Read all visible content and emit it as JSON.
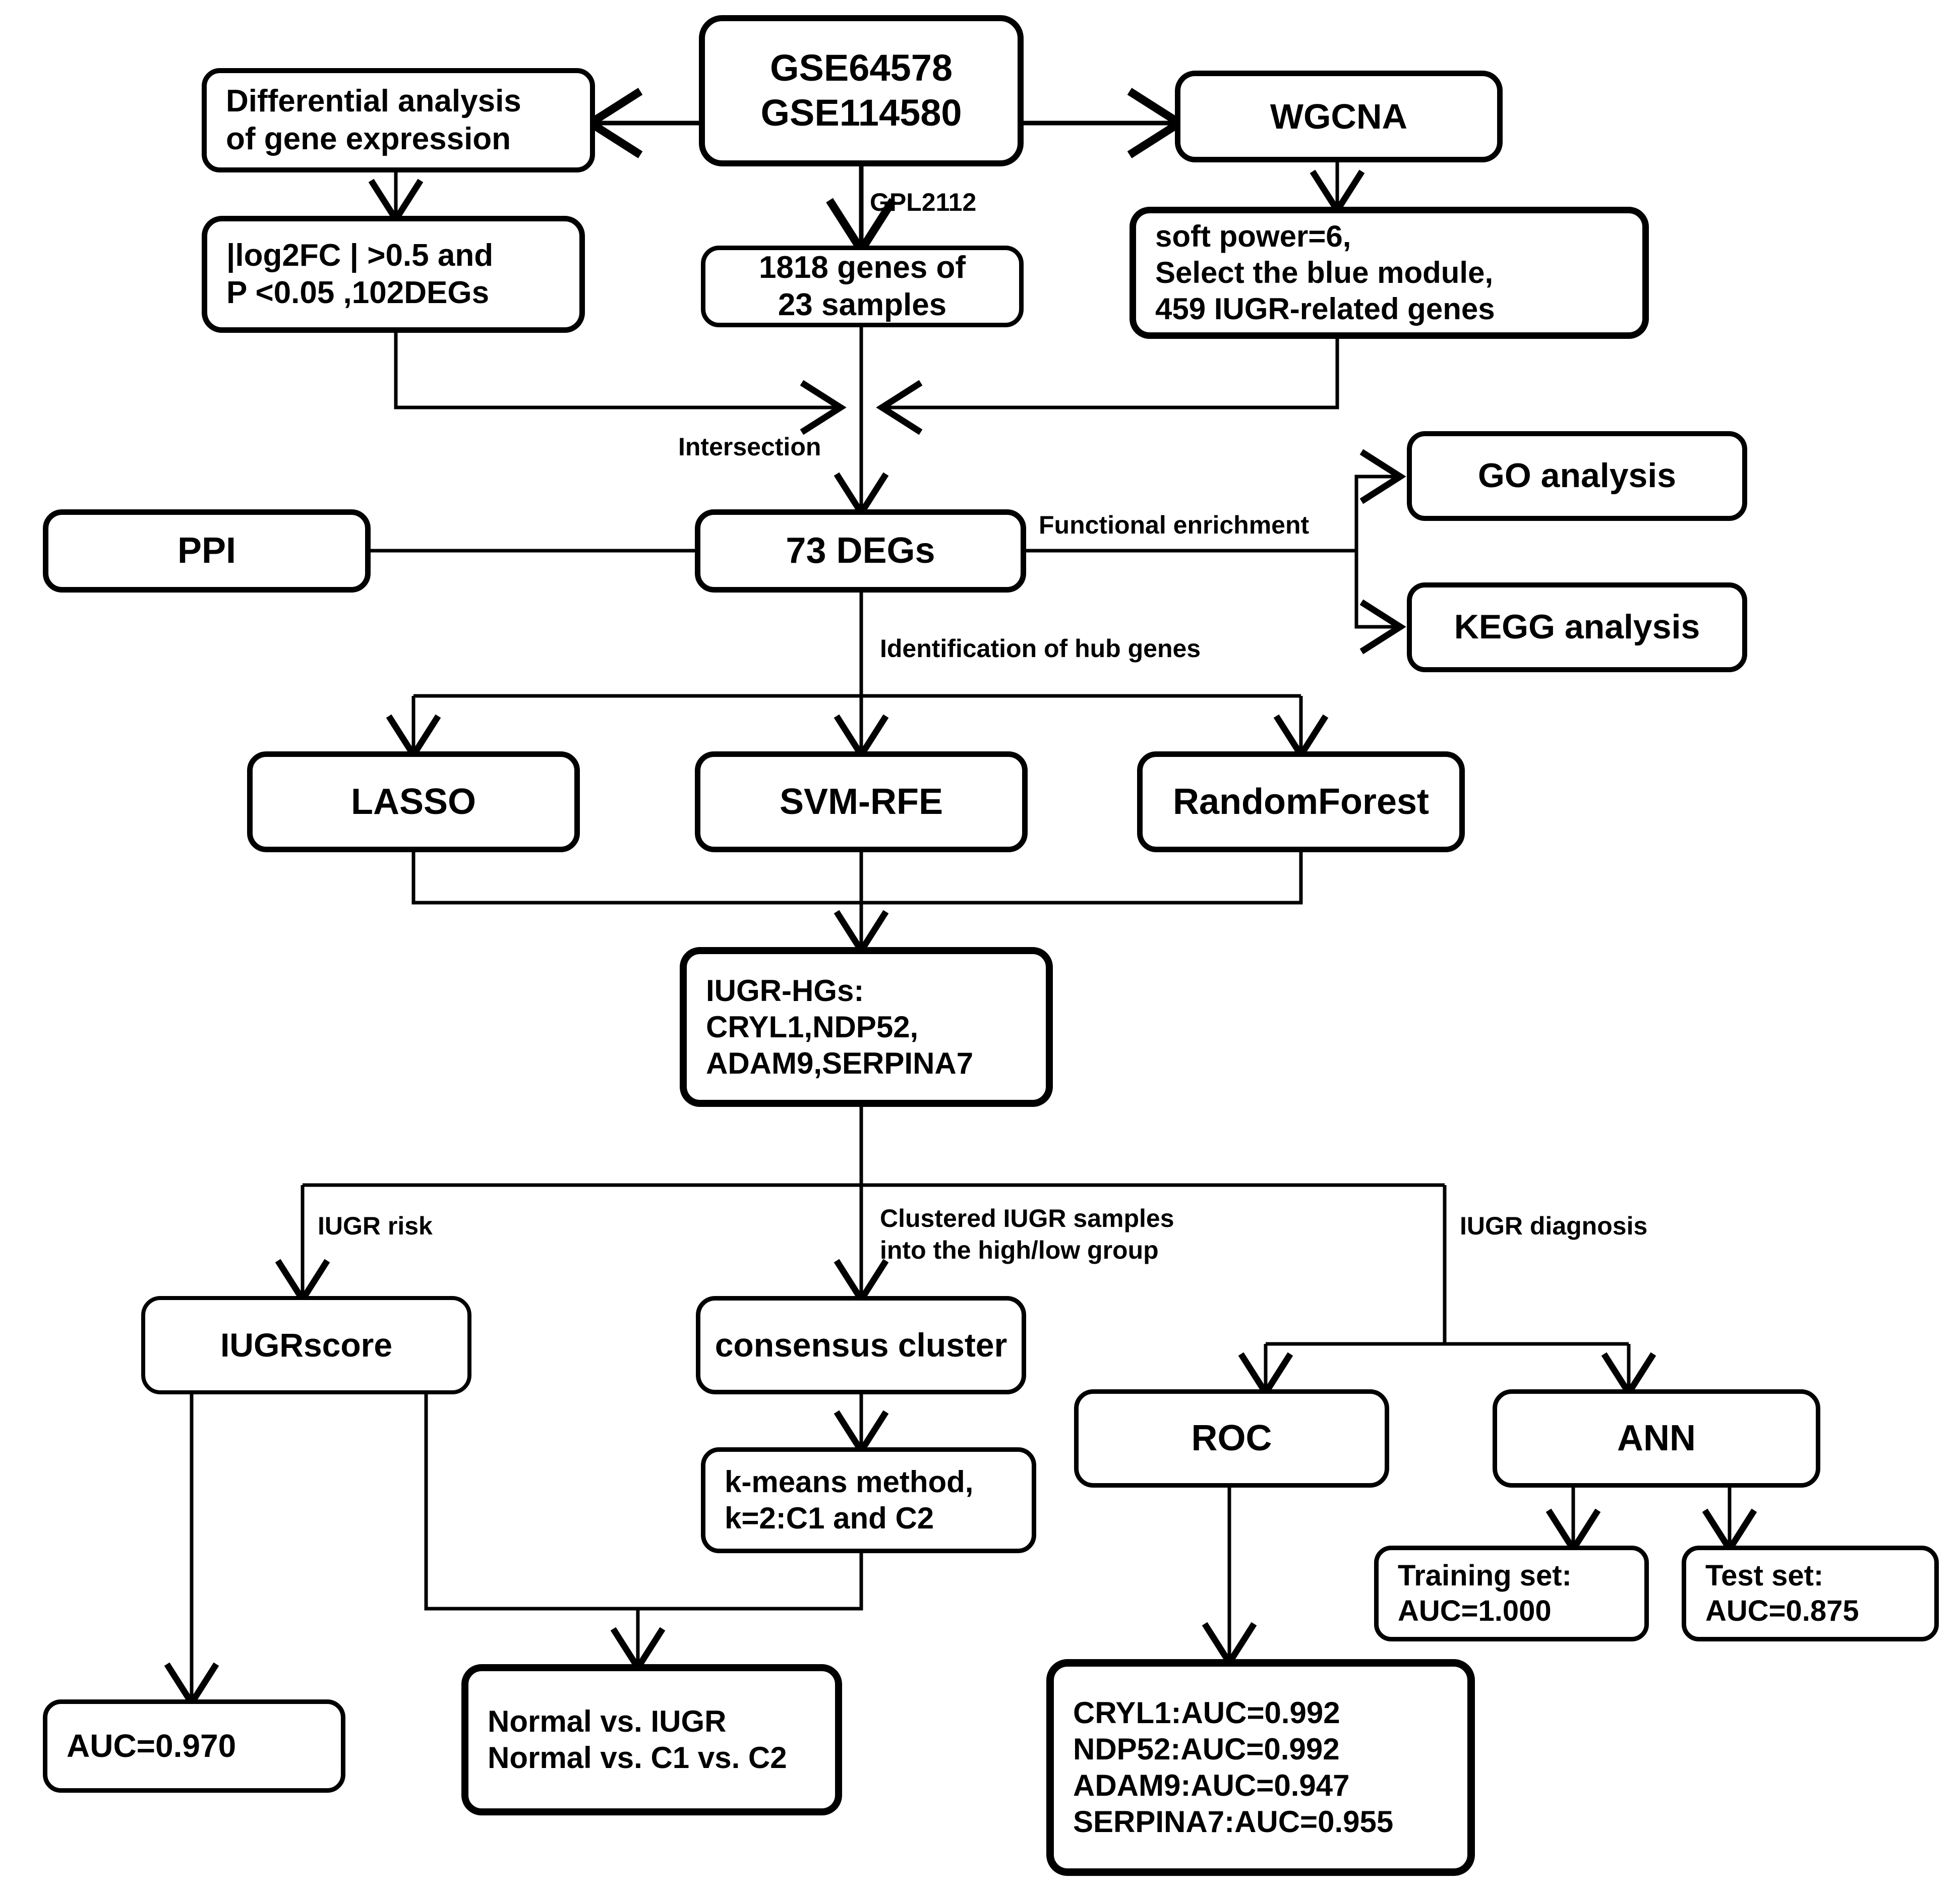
{
  "diagram": {
    "type": "flowchart",
    "title": "IUGR biomarker identification workflow",
    "nodes": {
      "datasets": {
        "lines": [
          "GSE64578",
          "GSE114580"
        ]
      },
      "differential_analysis": {
        "lines": [
          "Differential analysis",
          "of gene expression"
        ]
      },
      "wgcna": {
        "lines": [
          "WGCNA"
        ]
      },
      "deg_criteria": {
        "lines": [
          "|log2FC | >0.5 and",
          "P <0.05 ,102DEGs"
        ]
      },
      "genes_samples": {
        "lines": [
          "1818 genes of",
          "23 samples"
        ]
      },
      "wgcna_result": {
        "lines": [
          "soft power=6,",
          "Select the blue module,",
          "459 IUGR-related genes"
        ]
      },
      "ppi": {
        "lines": [
          "PPI"
        ]
      },
      "degs73": {
        "lines": [
          "73 DEGs"
        ]
      },
      "go_analysis": {
        "lines": [
          "GO analysis"
        ]
      },
      "kegg_analysis": {
        "lines": [
          "KEGG analysis"
        ]
      },
      "lasso": {
        "lines": [
          "LASSO"
        ]
      },
      "svm_rfe": {
        "lines": [
          "SVM-RFE"
        ]
      },
      "random_forest": {
        "lines": [
          "RandomForest"
        ]
      },
      "iugr_hgs": {
        "lines": [
          "IUGR-HGs:",
          "CRYL1,NDP52,",
          "ADAM9,SERPINA7"
        ]
      },
      "iugr_score": {
        "lines": [
          "IUGRscore"
        ]
      },
      "consensus_cluster": {
        "lines": [
          "consensus cluster"
        ]
      },
      "roc": {
        "lines": [
          "ROC"
        ]
      },
      "ann": {
        "lines": [
          "ANN"
        ]
      },
      "kmeans": {
        "lines": [
          "k-means method,",
          "k=2:C1 and C2"
        ]
      },
      "training_set": {
        "lines": [
          "Training set:",
          "AUC=1.000"
        ]
      },
      "test_set": {
        "lines": [
          "Test set:",
          "AUC=0.875"
        ]
      },
      "auc_score": {
        "lines": [
          "AUC=0.970"
        ]
      },
      "comparisons": {
        "lines": [
          "Normal  vs.  IUGR",
          "Normal vs. C1 vs. C2"
        ]
      },
      "roc_results": {
        "lines": [
          "CRYL1:AUC=0.992",
          "NDP52:AUC=0.992",
          "ADAM9:AUC=0.947",
          "SERPINA7:AUC=0.955"
        ]
      }
    },
    "edge_labels": {
      "gpl": "GPL2112",
      "intersection": "Intersection",
      "functional_enrichment": "Functional enrichment",
      "hub_genes": "Identification of hub genes",
      "iugr_risk": "IUGR risk",
      "clustered_line1": "Clustered IUGR samples",
      "clustered_line2": "into the high/low group",
      "iugr_diagnosis": "IUGR diagnosis"
    },
    "colors": {
      "stroke": "#000000",
      "background": "#ffffff"
    }
  }
}
